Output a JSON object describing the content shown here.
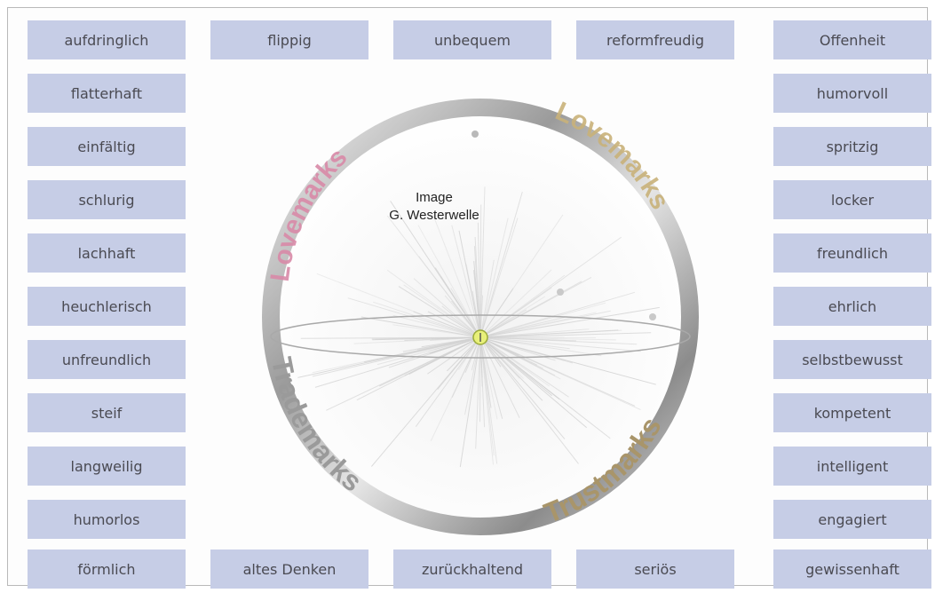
{
  "left_column": [
    "aufdringlich",
    "flatterhaft",
    "einfältig",
    "schlurig",
    "lachhaft",
    "heuchlerisch",
    "unfreundlich",
    "steif",
    "langweilig",
    "humorlos",
    "förmlich"
  ],
  "right_column": [
    "Offenheit",
    "humorvoll",
    "spritzig",
    "locker",
    "freundlich",
    "ehrlich",
    "selbstbewusst",
    "kompetent",
    "intelligent",
    "engagiert",
    "gewissenhaft"
  ],
  "top_row": [
    "flippig",
    "unbequem",
    "reformfreudig"
  ],
  "bottom_row": [
    "altes Denken",
    "zurückhaltend",
    "seriös"
  ],
  "quadrants": {
    "top_left": "Lovemarks",
    "top_right": "Lovemarks",
    "bottom_left": "Trademarks",
    "bottom_right": "Trustmarks"
  },
  "caption": {
    "line1": "Image",
    "line2": "G. Westerwelle"
  },
  "colors": {
    "tag_bg": "#c6cde6",
    "pink": "#d98aa8",
    "gold": "#c9b27a",
    "gray_text": "#9a9a9a",
    "center_marker": "#e8f07a"
  }
}
